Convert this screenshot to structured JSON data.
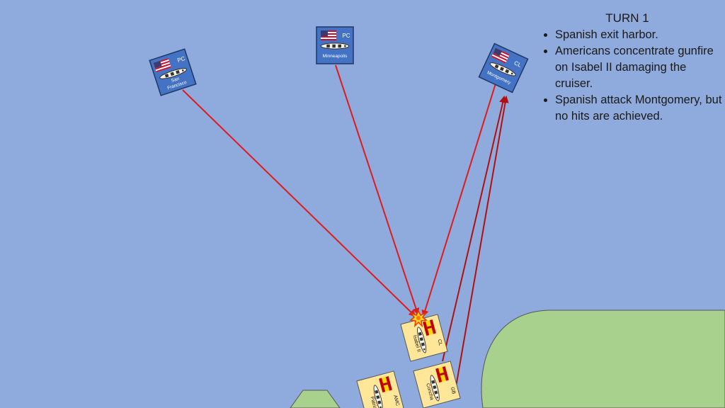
{
  "turn_notes": {
    "title": "TURN 1",
    "items": [
      "Spanish exit harbor.",
      "Americans concentrate gunfire on Isabel II damaging the cruiser.",
      "Spanish attack Montgomery, but no hits are achieved."
    ]
  },
  "american_units": [
    {
      "type": "PC",
      "name": "San Francisco"
    },
    {
      "type": "PC",
      "name": "Minneapolis"
    },
    {
      "type": "CL",
      "name": "Montgomery"
    }
  ],
  "spanish_units": [
    {
      "type": "CL",
      "name": "Isabel II",
      "status": "damaged"
    },
    {
      "type": "GB",
      "name": "Concha"
    },
    {
      "type": "AMC",
      "name": "Patria"
    }
  ],
  "colors": {
    "sea": "#8faadc",
    "land": "#a9d18e",
    "american_counter": "#4472c4",
    "spanish_counter": "#ffe699",
    "american_fire": "#e01b1b",
    "spanish_fire": "#b01010",
    "spanish_flag_red": "#c00000",
    "spanish_flag_yellow": "#ffd700"
  }
}
